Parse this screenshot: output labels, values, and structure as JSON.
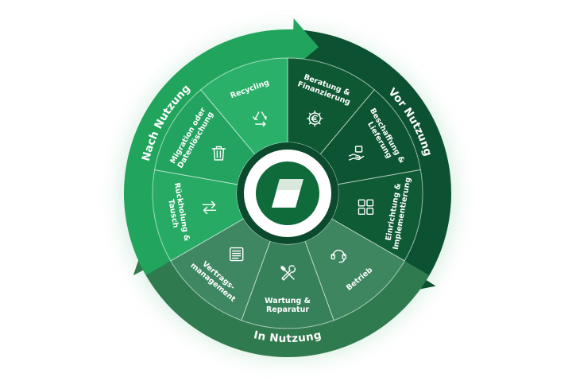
{
  "phases": [
    {
      "id": "vor",
      "label": "Vor Nutzung",
      "color": "#0c5132"
    },
    {
      "id": "in",
      "label": "In Nutzung",
      "color": "#2f7a4e"
    },
    {
      "id": "nach",
      "label": "Nach Nutzung",
      "color": "#21a55d"
    }
  ],
  "segments": [
    {
      "lines": [
        "Beratung &",
        "Finanzierung"
      ],
      "icon": "euro-gear-icon",
      "phase": "vor",
      "color": "#0e5934"
    },
    {
      "lines": [
        "Beschaffung &",
        "Lieferung"
      ],
      "icon": "delivery-hand-icon",
      "phase": "vor",
      "color": "#0d5532"
    },
    {
      "lines": [
        "Einrichtung &",
        "Implementierung"
      ],
      "icon": "grid-apps-icon",
      "phase": "vor",
      "color": "#0f5b36"
    },
    {
      "lines": [
        "Betrieb"
      ],
      "icon": "headset-icon",
      "phase": "in",
      "color": "#3d8660"
    },
    {
      "lines": [
        "Wartung &",
        "Reparatur"
      ],
      "icon": "tools-icon",
      "phase": "in",
      "color": "#36805a"
    },
    {
      "lines": [
        "Vertrags-",
        "management"
      ],
      "icon": "document-icon",
      "phase": "in",
      "color": "#3e8762"
    },
    {
      "lines": [
        "Rückholung &",
        "Tausch"
      ],
      "icon": "swap-arrows-icon",
      "phase": "nach",
      "color": "#27ab64"
    },
    {
      "lines": [
        "Migration oder",
        "Datenlöschung"
      ],
      "icon": "trash-icon",
      "phase": "nach",
      "color": "#22a35f"
    },
    {
      "lines": [
        "Recycling"
      ],
      "icon": "recycle-icon",
      "phase": "nach",
      "color": "#2bb06a"
    }
  ],
  "center": {
    "logo": "brand-logo-icon",
    "ring_color": "#ffffff",
    "logo_color": "#0f6b3a"
  }
}
